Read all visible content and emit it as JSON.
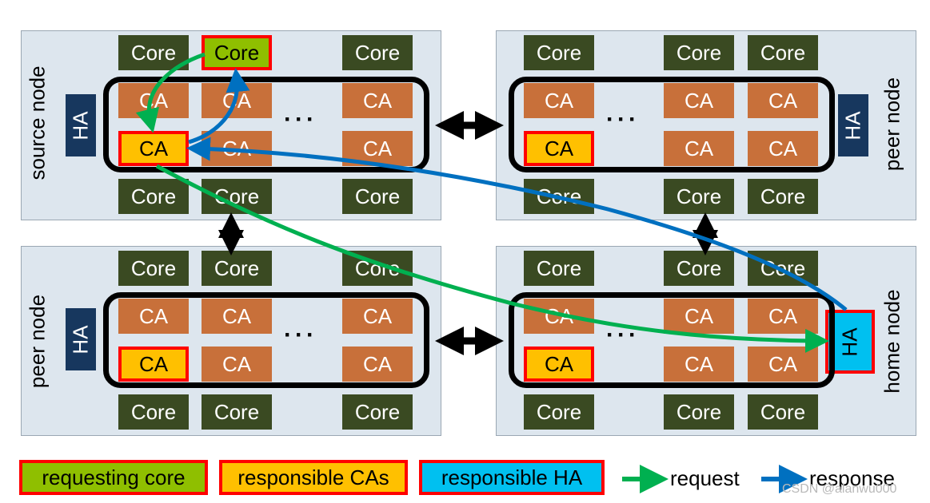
{
  "labels": {
    "core": "Core",
    "ca": "CA",
    "ha": "HA",
    "dots": "···"
  },
  "nodes": {
    "top_left": "source node",
    "top_right": "peer node",
    "bottom_left": "peer node",
    "bottom_right": "home node"
  },
  "legend": {
    "requesting_core": "requesting core",
    "responsible_cas": "responsible CAs",
    "responsible_ha": "responsible HA",
    "request": "request",
    "response": "response"
  },
  "colors": {
    "node_bg": "#dde6ee",
    "core": "#3a4a22",
    "ca": "#c8703a",
    "ha": "#17375e",
    "requesting_core": "#8fbf00",
    "responsible_ca": "#ffc000",
    "responsible_ha": "#00c0f0",
    "highlight_border": "#ff0000",
    "request_arrow": "#00b050",
    "response_arrow": "#0070c0"
  },
  "watermark": "CSDN @alanwu000"
}
